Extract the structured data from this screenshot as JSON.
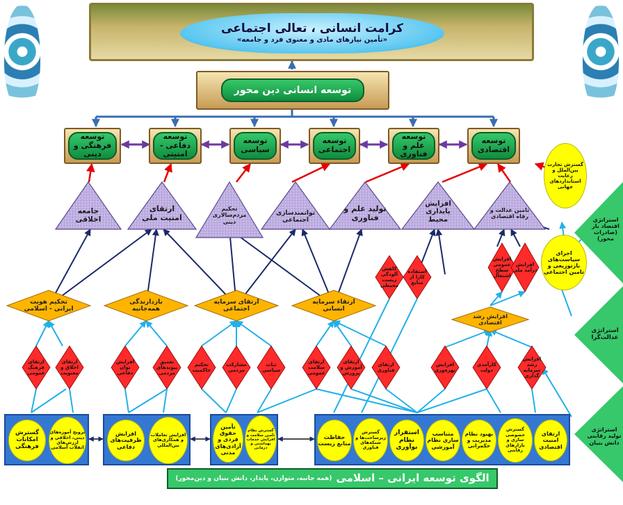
{
  "header": {
    "title": "کرامت انسانی ، تعالی اجتماعی",
    "subtitle": "«تأمین نیازهای مادی و معنوی فرد و جامعه»"
  },
  "center_goal": "توسعه انسانی دین محور",
  "development_areas": [
    "توسعه فرهنگی و دینی",
    "توسعه دفاعی - امنیتی",
    "توسعه سیاسی",
    "توسعه اجتماعی",
    "توسعه علم و فناوری",
    "توسعه اقتصادی"
  ],
  "outcomes": [
    "جامعه اخلاقی",
    "ارتقای امنیت ملی",
    "تحکیم مردم‌سالاری دینی",
    "توانمندسازی اجتماعی",
    "تولید علم و فناوری",
    "افزایش پایداری محیط",
    "تامین عدالت و رفاه اقتصادی"
  ],
  "mid_goals": [
    "تحکیم هویت ایرانی - اسلامی",
    "بازدارندگی همه‌جانبه",
    "ارتقای سرمایه اجتماعی",
    "ارتقاء سرمایه انسانی",
    "افزایش رشد اقتصادی"
  ],
  "red_diamonds": [
    "ارتقای فرهنگ عمومی",
    "ارتقای اخلاق و معنویت",
    "افزایش توان دفاعی",
    "تعمیق پیوندهای مردمی",
    "تحکیم حاکمیت",
    "مشارکت مردمی",
    "ثبات سیاسی",
    "ارتقای سلامت عمومی",
    "ارتقای آموزش و پرورش",
    "ارتقای فناوری",
    "کاهش آلودگی زیست محیطی",
    "استفاده کارا از منابع",
    "افزایش بهره‌وری",
    "کارآمدی دولت",
    "افزایش رشد سرمایه گذاری",
    "افزایش عمومی سطح اشتغال",
    "افزایش درآمد ملی"
  ],
  "strategies_right": [
    "استراتژی اقتصاد باز (صادرات محور)",
    "استراتژی عدالت‌گرا",
    "استراتژی تولید رقابتی دانش بنیان"
  ],
  "side_circles": [
    "گسترش تجارت بین‌الملل و رعایت استانداردهای جهانی",
    "اجرای سیاست‌های بازتوزیعی و تامین اجتماعی"
  ],
  "foundation_circles": [
    "گسترش امکانات فرهنگی",
    "ترویج آموزه‌های دینی، اخلاقی و ارزش‌های انقلاب اسلامی",
    "افزایش ظرفیت‌های دفاعی",
    "افزایش تعاملات و همکاری‌های بین‌المللی",
    "تأمین حقوق فردی و آزادی‌های مدنی",
    "گسترش نظام تأمین سلامت و افزایش خدمات بهداشتی و درمانی",
    "حفاظت منابع زیست",
    "گسترش زیرساخت‌ها و شبکه‌های فناوری",
    "استقرار نظام نوآوری",
    "متناسب سازی نظام آموزشی",
    "بهبود نظام مدیریت و حکمرانی",
    "گسترش خصوصی سازی و بازارهای رقابتی",
    "ارتقای امنیت اقتصادی"
  ],
  "bottom_title": {
    "main": "الگوی توسعه ایرانی – اسلامی",
    "sub": "(همه جانبه، متوازن، پایدار، دانش بنیان و دین‌محور)"
  },
  "colors": {
    "banner_green": "#36c86a",
    "triangle_purple": "#b7a6d6",
    "mid_goal_orange": "#ffb400",
    "red_diamond": "#ff2a2a",
    "foundation_blue": "#3478d4",
    "circle_yellow": "#ffff00",
    "arrow_red": "#e60000",
    "arrow_navy": "#1a2a6a",
    "arrow_lightblue": "#21b0ea",
    "arrow_purple": "#6a3aa0"
  }
}
